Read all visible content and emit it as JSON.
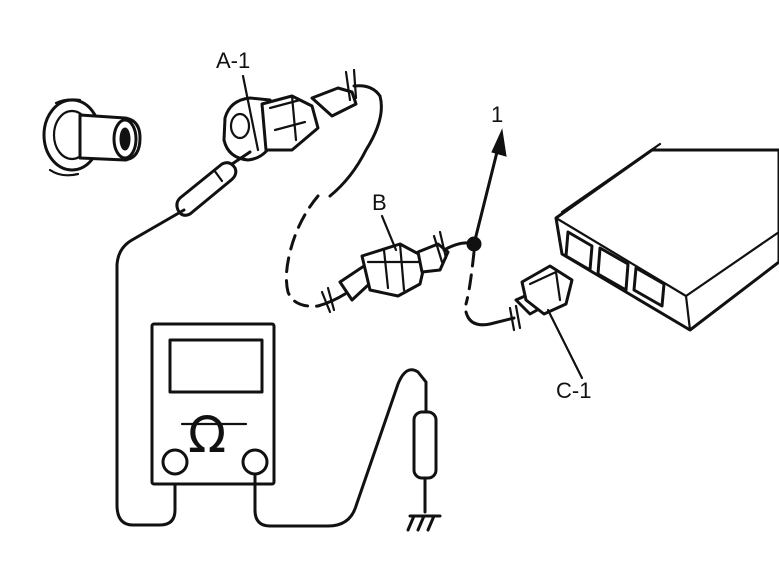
{
  "labels": {
    "a1": "A-1",
    "b": "B",
    "c1": "C-1",
    "one": "1"
  },
  "meter": {
    "symbol": "Ω"
  }
}
